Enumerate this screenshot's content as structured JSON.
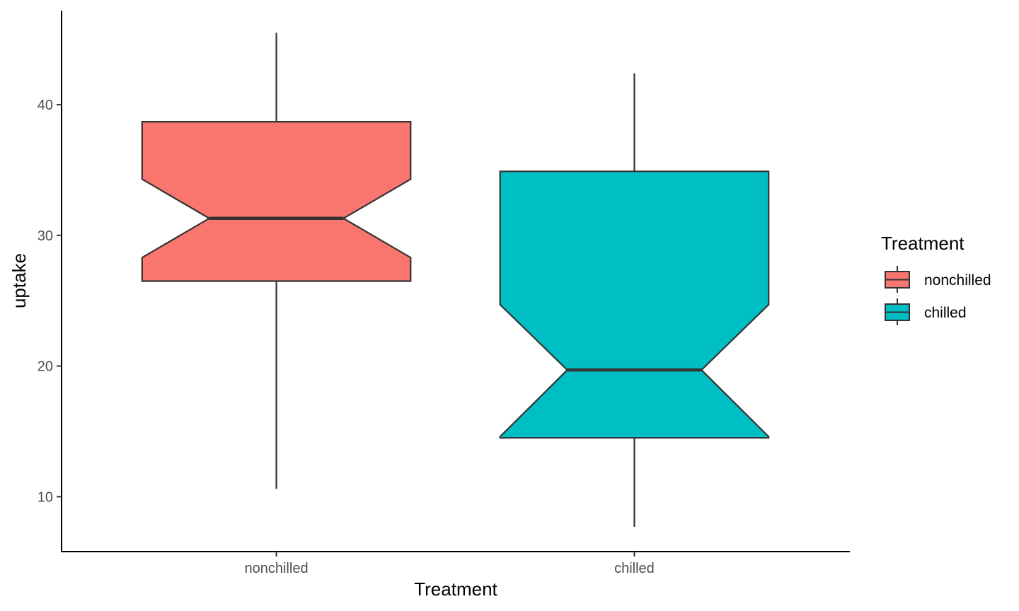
{
  "chart_data": {
    "type": "box",
    "notched": true,
    "xlabel": "Treatment",
    "ylabel": "uptake",
    "ylim": [
      5.8,
      47.2
    ],
    "yticks": [
      10,
      20,
      30,
      40
    ],
    "categories": [
      "nonchilled",
      "chilled"
    ],
    "boxes": [
      {
        "category": "nonchilled",
        "whisker_low": 10.6,
        "q1": 26.5,
        "median": 31.3,
        "q3": 38.7,
        "whisker_high": 45.5,
        "notch_low": 28.3,
        "notch_high": 34.3,
        "color": "#F8766D"
      },
      {
        "category": "chilled",
        "whisker_low": 7.7,
        "q1": 14.5,
        "median": 19.7,
        "q3": 34.9,
        "whisker_high": 42.4,
        "notch_low": 14.6,
        "notch_high": 24.7,
        "color": "#00BFC4"
      }
    ],
    "legend": {
      "title": "Treatment",
      "position": "right",
      "entries": [
        {
          "label": "nonchilled",
          "color": "#F8766D"
        },
        {
          "label": "chilled",
          "color": "#00BFC4"
        }
      ]
    },
    "grid": false
  }
}
